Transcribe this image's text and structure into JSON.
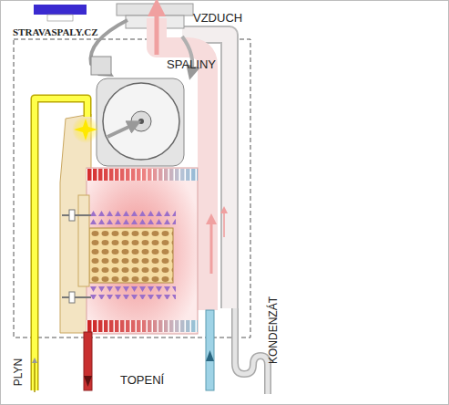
{
  "diagram": {
    "labels": [
      "STRAVASPALY.CZ",
      "VZDUCH",
      "SPALINY",
      "KONDENZÁT",
      "PLYN",
      "TOPENÍ"
    ]
  }
}
